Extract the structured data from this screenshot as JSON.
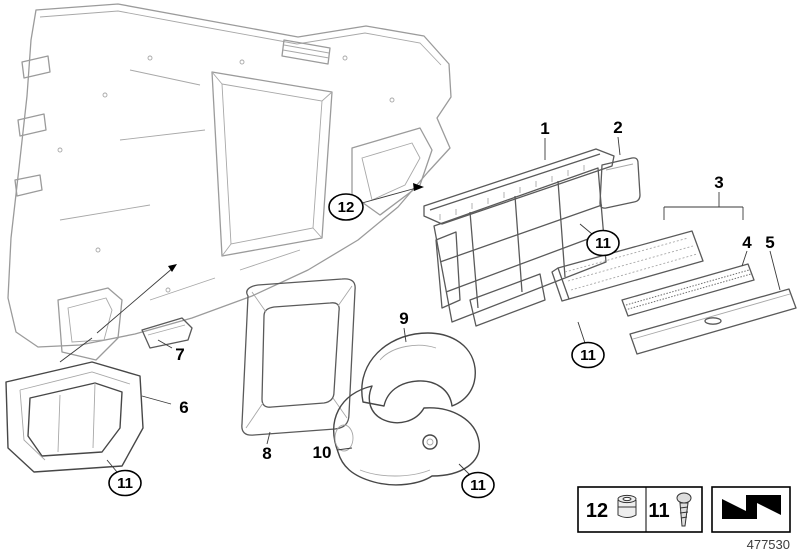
{
  "diagram": {
    "doc_number": "477530",
    "callouts": {
      "n1": "1",
      "n2": "2",
      "n3": "3",
      "n4": "4",
      "n5": "5",
      "n6": "6",
      "n7": "7",
      "n8": "8",
      "n9": "9",
      "n10": "10",
      "n11": "11",
      "n12": "12"
    },
    "legend": {
      "clip_label": "12",
      "screw_label": "11",
      "clip_icon": "clip-nut-icon",
      "screw_icon": "screw-icon",
      "arrow_icon": "direction-arrow-icon"
    },
    "colors": {
      "dash_line": "#9b9b9b",
      "part_line": "#5a5a5a",
      "label": "#000000"
    }
  }
}
